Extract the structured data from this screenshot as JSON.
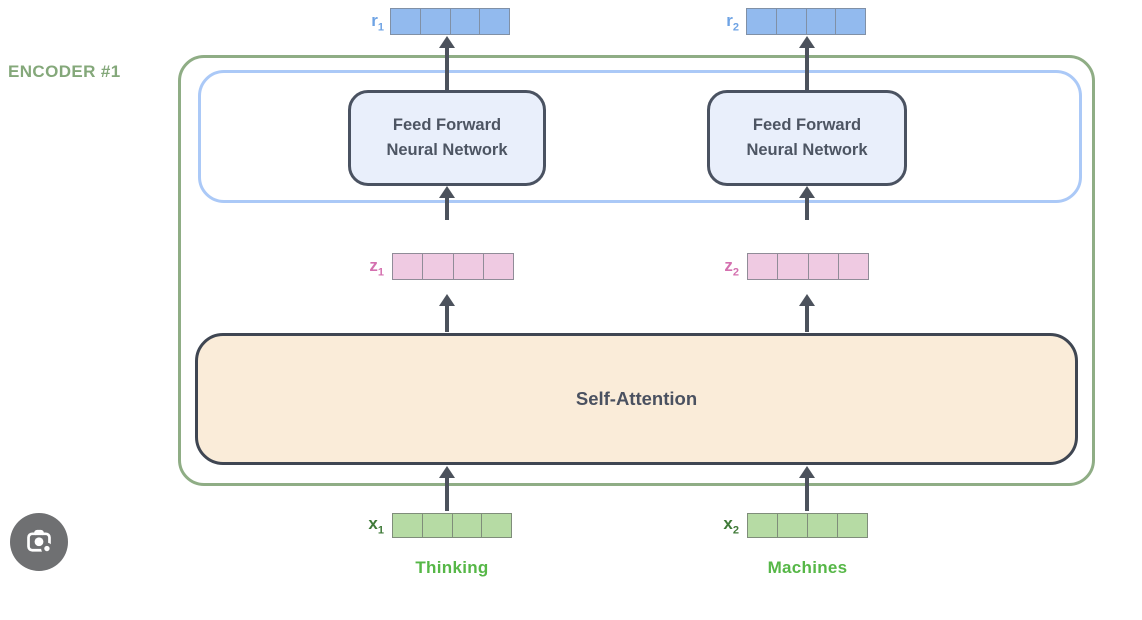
{
  "diagram": {
    "encoder_label": "ENCODER #1",
    "ffnn_label": {
      "line1": "Feed Forward",
      "line2": "Neural Network"
    },
    "self_attention_label": "Self-Attention",
    "vectors": {
      "r1": {
        "base": "r",
        "sub": "1"
      },
      "r2": {
        "base": "r",
        "sub": "2"
      },
      "z1": {
        "base": "z",
        "sub": "1"
      },
      "z2": {
        "base": "z",
        "sub": "2"
      },
      "x1": {
        "base": "x",
        "sub": "1"
      },
      "x2": {
        "base": "x",
        "sub": "2"
      }
    },
    "tokens": {
      "first": "Thinking",
      "second": "Machines"
    },
    "cells_per_vector": 4
  },
  "icons": {
    "lens": "google-lens-camera-icon"
  },
  "colors": {
    "encoder_border_green": "#8fad85",
    "encoder_label_green": "#84a87a",
    "ffnn_layer_border_blue": "#abc9f7",
    "ffnn_fill": "#e9effb",
    "dark_box_border": "#4a5261",
    "self_attention_fill": "#faecd9",
    "self_attention_border": "#3f4652",
    "r_vector_fill": "#92baee",
    "r_label_blue": "#6ea3e4",
    "z_vector_fill": "#efcae2",
    "z_label_pink": "#d470af",
    "x_vector_fill": "#b6dba4",
    "x_label_green": "#3f7a38",
    "token_text_green": "#56b747",
    "arrow_gray": "#4c525c",
    "lens_button_bg": "#6f7072"
  }
}
